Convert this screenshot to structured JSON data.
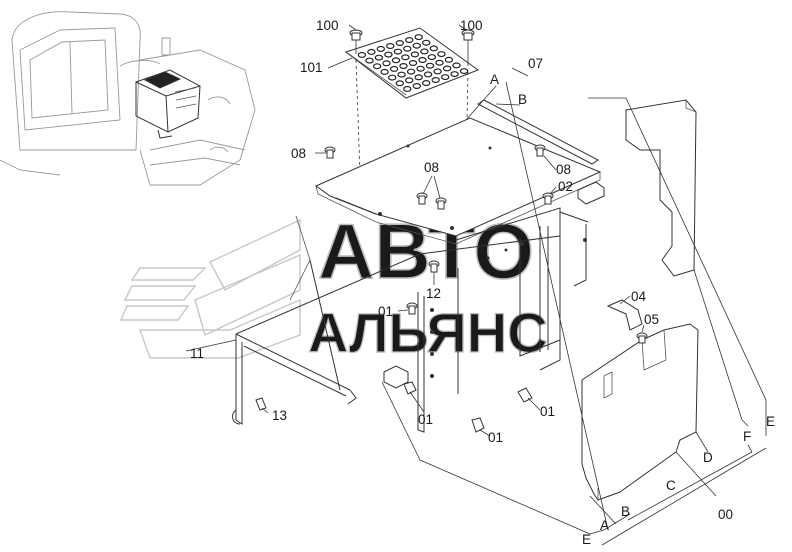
{
  "watermark": {
    "line1": "АВТО",
    "line2": "АЛЬЯНС"
  },
  "callouts": {
    "c100_left": "100",
    "c100_right": "100",
    "c101": "101",
    "c07": "07",
    "cA_top": "A",
    "cB_top": "B",
    "c08_left": "08",
    "c08_mid": "08",
    "c08_right": "08",
    "c02": "02",
    "c12": "12",
    "c04": "04",
    "c05": "05",
    "c01_a": "01",
    "c01_b": "01",
    "c01_c": "01",
    "c01_d": "01",
    "c11": "11",
    "c13": "13",
    "cD": "D",
    "cC": "C",
    "cF": "F",
    "cE_right": "E",
    "cB_bottom": "B",
    "cA_bottom": "A",
    "cE_bottom": "E",
    "c00": "00"
  }
}
